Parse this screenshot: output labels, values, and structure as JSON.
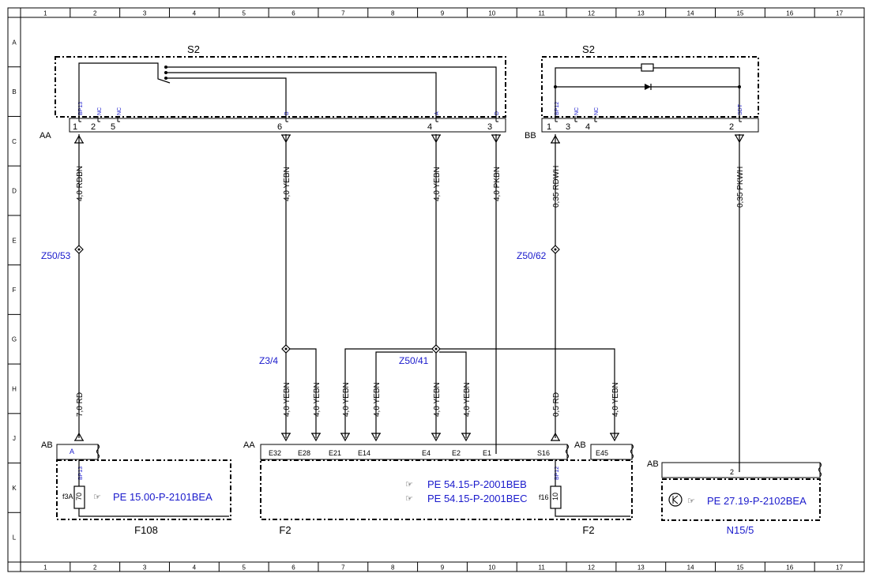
{
  "grid": {
    "columns": [
      "1",
      "2",
      "3",
      "4",
      "5",
      "6",
      "7",
      "8",
      "9",
      "10",
      "11",
      "12",
      "13",
      "14",
      "15",
      "16",
      "17"
    ],
    "rows": [
      "A",
      "B",
      "C",
      "D",
      "E",
      "F",
      "G",
      "H",
      "J",
      "K",
      "L"
    ]
  },
  "switch_blocks": {
    "left": {
      "name": "S2",
      "pins": [
        "BP13",
        "NC",
        "NC",
        "B",
        "A",
        "D"
      ],
      "pin_numbers": [
        "1",
        "2",
        "5",
        "6",
        "4",
        "3"
      ],
      "connector": "AA"
    },
    "right": {
      "name": "S2",
      "pins": [
        "BP12",
        "NC",
        "NC",
        "SDT"
      ],
      "pin_numbers": [
        "1",
        "3",
        "4",
        "2"
      ],
      "connector": "BB"
    }
  },
  "wires": [
    "4,0 RDBN",
    "4,0 YEBN",
    "4,0 YEBN",
    "4,0 PKBN",
    "0,35 RDWH",
    "0,35 PKWH",
    "7,0 RD",
    "4,0 YEBN",
    "4,0 YEBN",
    "4,0 YEBN",
    "4,0 YEBN",
    "4,0 YEBN",
    "4,0 YEBN",
    "0,5 RD",
    "4,0 YEBN"
  ],
  "splices": [
    "Z50/53",
    "Z50/62",
    "Z3/4",
    "Z50/41"
  ],
  "lower_connectors": {
    "ab_left": "AB",
    "aa_mid": "AA",
    "ab_mid": "AB",
    "ab_right": "AB"
  },
  "f108": {
    "pin_label": "A",
    "pin_name": "BP13",
    "fuse_label": "f3A",
    "fuse_value": "70",
    "ref": "PE 15.00-P-2101BEA",
    "name": "F108"
  },
  "f2": {
    "pins": [
      "E32",
      "E28",
      "E21",
      "E14",
      "E4",
      "E2",
      "E1",
      "S16",
      "E45"
    ],
    "refs": [
      "PE 54.15-P-2001BEB",
      "PE 54.15-P-2001BEC"
    ],
    "pin_name": "BP12",
    "fuse_label": "f16",
    "fuse_value": "10",
    "name_left": "F2",
    "name_right": "F2"
  },
  "n15": {
    "pin": "2",
    "ref": "PE 27.19-P-2102BEA",
    "name": "N15/5"
  }
}
